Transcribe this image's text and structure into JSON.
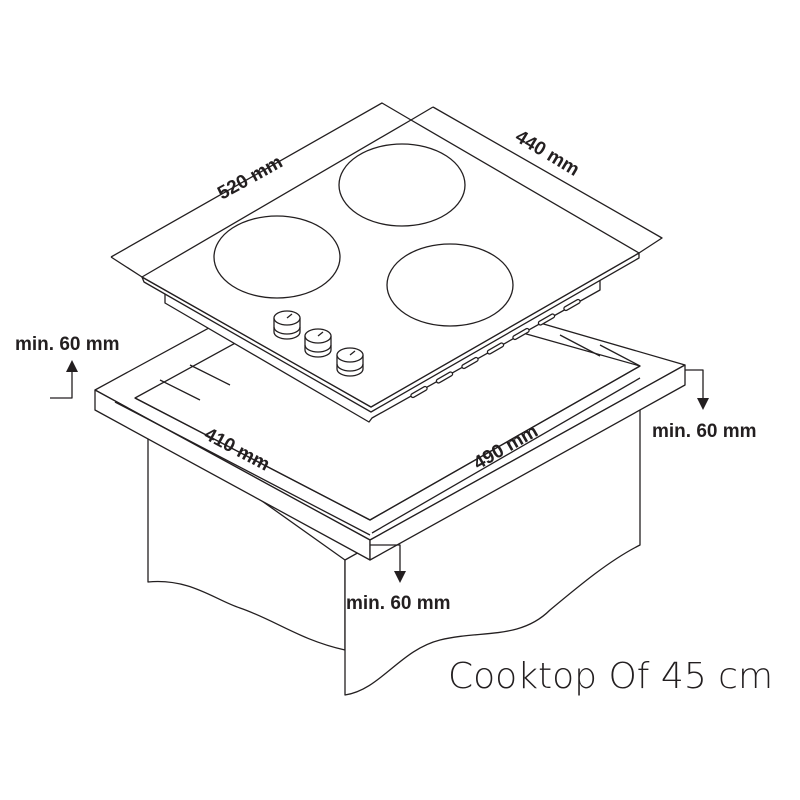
{
  "dimensions": {
    "cooktop_width": "520 mm",
    "cooktop_depth": "440 mm",
    "cutout_depth": "410 mm",
    "cutout_width": "490 mm",
    "clearance_left": "min. 60 mm",
    "clearance_right": "min. 60 mm",
    "clearance_front": "min. 60 mm"
  },
  "caption": "Cooktop Of 45 cm"
}
